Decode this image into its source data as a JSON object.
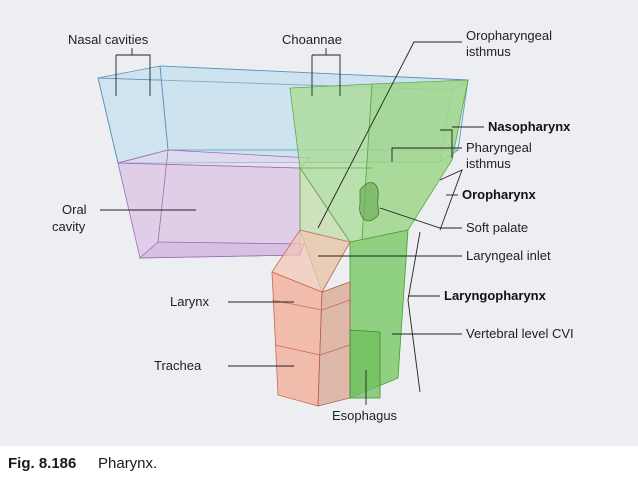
{
  "labels": {
    "nasal_cavities": "Nasal cavities",
    "choannae": "Choannae",
    "oropharyngeal_isthmus_1": "Oropharyngeal",
    "oropharyngeal_isthmus_2": "isthmus",
    "nasopharynx": "Nasopharynx",
    "pharyngeal_isthmus_1": "Pharyngeal",
    "pharyngeal_isthmus_2": "isthmus",
    "oropharynx": "Oropharynx",
    "soft_palate": "Soft palate",
    "laryngeal_inlet": "Laryngeal inlet",
    "laryngopharynx": "Laryngopharynx",
    "vertebral_level": "Vertebral level CVI",
    "oral_cavity_1": "Oral",
    "oral_cavity_2": "cavity",
    "larynx": "Larynx",
    "trachea": "Trachea",
    "esophagus": "Esophagus"
  },
  "caption": {
    "number": "Fig. 8.186",
    "text": "Pharynx."
  },
  "colors": {
    "nasal": "#b9dbee",
    "oral": "#dcc3e6",
    "pharynx": "#9fd68a",
    "larynx": "#f2b3a0",
    "background": "#eceef1"
  }
}
